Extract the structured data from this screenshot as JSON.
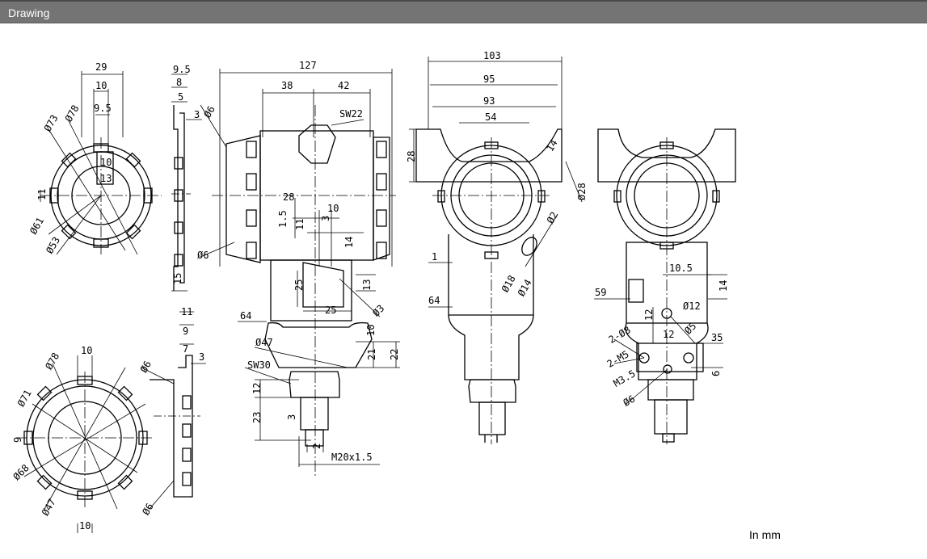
{
  "header": {
    "title": "Drawing"
  },
  "units_label": "In mm",
  "views": {
    "front_cover": {
      "dims": [
        "29",
        "10",
        "9.5",
        "Ø78",
        "Ø73",
        "10",
        "13",
        "11",
        "Ø61",
        "Ø53"
      ]
    },
    "side_cover": {
      "dims": [
        "9.5",
        "8",
        "5",
        "3",
        "15"
      ]
    },
    "body_side": {
      "dims": [
        "127",
        "38",
        "42",
        "SW22",
        "Ø6",
        "Ø6",
        "28",
        "10",
        "1.5",
        "11",
        "3",
        "14",
        "25",
        "13",
        "25",
        "Ø3",
        "64",
        "Ø47",
        "10",
        "21",
        "22",
        "SW30",
        "12",
        "23",
        "3",
        "2",
        "M20x1.5"
      ]
    },
    "body_front": {
      "dims": [
        "103",
        "95",
        "93",
        "54",
        "28",
        "14",
        "Ø28",
        "Ø2",
        "Ø18",
        "Ø14",
        "1",
        "64"
      ]
    },
    "body_back": {
      "dims": [
        "10.5",
        "14",
        "59",
        "Ø12",
        "12",
        "Ø5",
        "12",
        "35",
        "2-Ø8",
        "2-M5",
        "M3.5",
        "Ø6",
        "6"
      ]
    },
    "bottom_cover": {
      "dims": [
        "10",
        "Ø78",
        "Ø71",
        "9",
        "Ø68",
        "Ø47",
        "10"
      ]
    },
    "bottom_side": {
      "dims": [
        "11",
        "9",
        "7",
        "3",
        "Ø6",
        "Ø6"
      ]
    }
  }
}
